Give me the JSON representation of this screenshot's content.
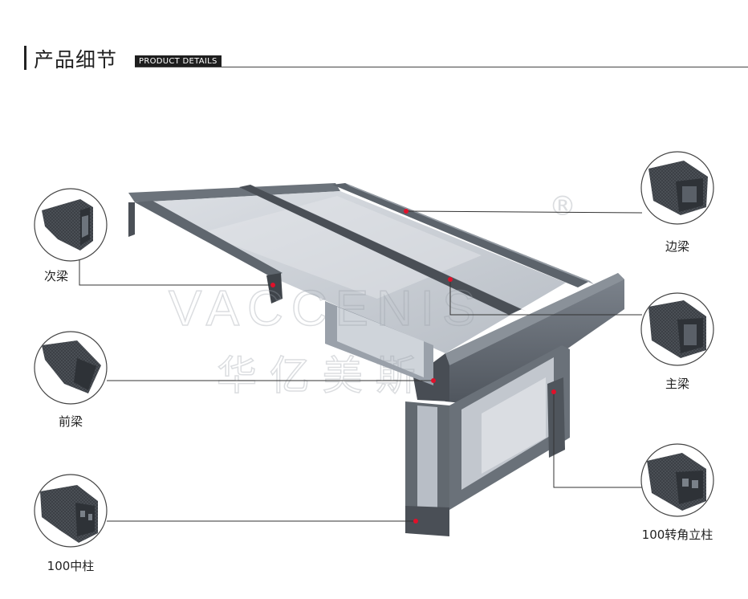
{
  "header": {
    "title": "产品细节",
    "subtitle": "PRODUCT DETAILS"
  },
  "parts": {
    "secondary_beam": "次梁",
    "front_beam": "前梁",
    "center_post": "100中柱",
    "edge_beam": "边梁",
    "main_beam": "主梁",
    "corner_post": "100转角立柱"
  },
  "watermark": {
    "brand": "VACCENIS",
    "cn": "华 亿 美 斯",
    "mark": "®"
  },
  "colors": {
    "frame": "#5f6670",
    "frame_dark": "#3e434a",
    "frame_light": "#8d949c",
    "glass": "#c7ccd3",
    "dot": "#e0102a",
    "line": "#333333"
  }
}
